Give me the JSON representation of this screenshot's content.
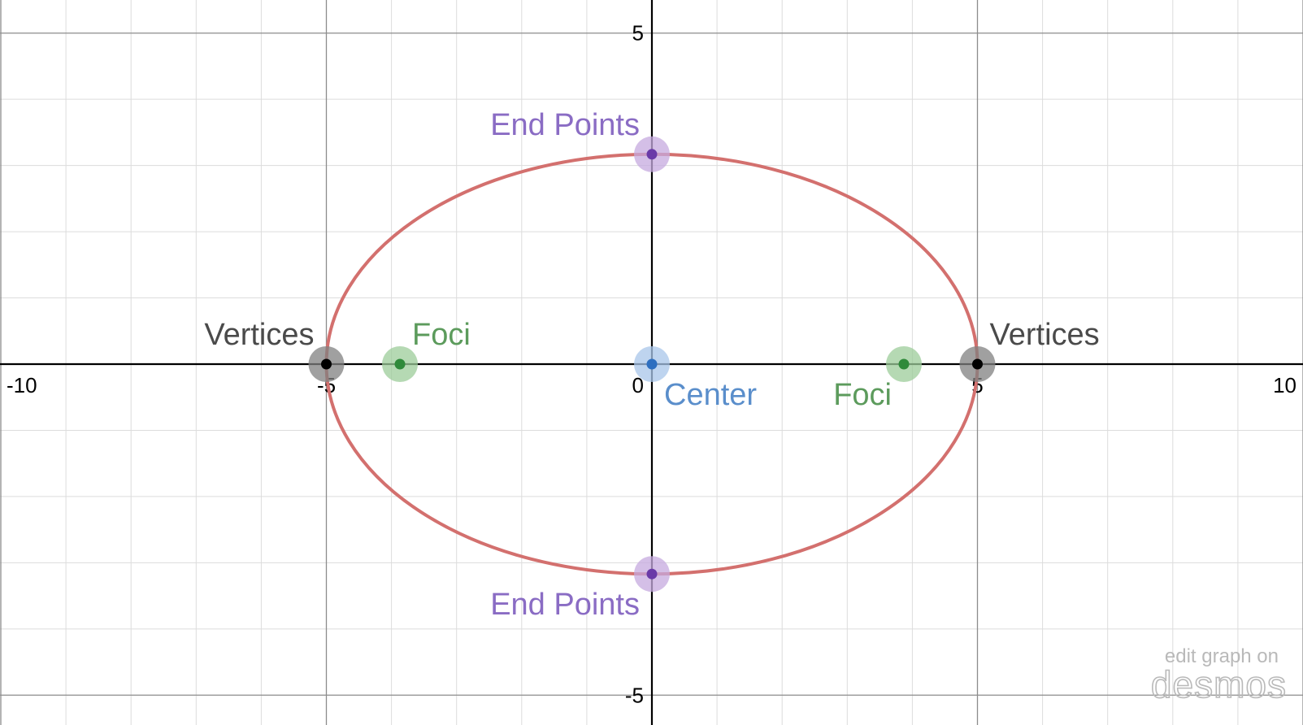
{
  "chart_data": {
    "type": "scatter",
    "xlim": [
      -10,
      10
    ],
    "ylim": [
      -5.5,
      5.5
    ],
    "grid": true,
    "x_ticks": [
      -10,
      -5,
      0,
      5,
      10
    ],
    "y_ticks": [
      5,
      -5
    ],
    "tick_labels": {
      "x": [
        "-10",
        "-5",
        "0",
        "5",
        "10"
      ],
      "y": [
        "5",
        "-5"
      ]
    },
    "ellipse": {
      "center": [
        0,
        0
      ],
      "semi_major_x": 5,
      "semi_minor_y": 3.17,
      "color": "#d3706e"
    },
    "point_groups": [
      {
        "label": "Vertices",
        "color": "#000000",
        "halo": "#808080",
        "text_color": "#4a4a4a",
        "points": [
          [
            -5,
            0
          ],
          [
            5,
            0
          ]
        ]
      },
      {
        "label": "Foci",
        "color": "#2f8a3a",
        "halo": "#9ccc9a",
        "text_color": "#5c9b5c",
        "points": [
          [
            -3.87,
            0
          ],
          [
            3.87,
            0
          ]
        ]
      },
      {
        "label": "End Points",
        "color": "#6a3aa8",
        "halo": "#c6a9df",
        "text_color": "#8a6cc4",
        "points": [
          [
            0,
            3.17
          ],
          [
            0,
            -3.17
          ]
        ]
      },
      {
        "label": "Center",
        "color": "#2e6fc0",
        "halo": "#a8c6ea",
        "text_color": "#5a8ecb",
        "points": [
          [
            0,
            0
          ]
        ]
      }
    ],
    "annotations": [
      {
        "text": "Vertices",
        "at": [
          -5,
          0
        ],
        "anchor": "upper-left",
        "color": "#4a4a4a"
      },
      {
        "text": "Vertices",
        "at": [
          5,
          0
        ],
        "anchor": "upper-right",
        "color": "#4a4a4a"
      },
      {
        "text": "Foci",
        "at": [
          -3.87,
          0
        ],
        "anchor": "upper-right",
        "color": "#5c9b5c"
      },
      {
        "text": "Foci",
        "at": [
          3.87,
          0
        ],
        "anchor": "lower-left",
        "color": "#5c9b5c"
      },
      {
        "text": "End Points",
        "at": [
          0,
          3.17
        ],
        "anchor": "upper-left",
        "color": "#8a6cc4"
      },
      {
        "text": "End Points",
        "at": [
          0,
          -3.17
        ],
        "anchor": "lower-left",
        "color": "#8a6cc4"
      },
      {
        "text": "Center",
        "at": [
          0,
          0
        ],
        "anchor": "lower-right",
        "color": "#5a8ecb"
      }
    ],
    "title": "",
    "xlabel": "",
    "ylabel": ""
  },
  "watermark": {
    "line1": "edit graph on",
    "brand": "desmos"
  }
}
